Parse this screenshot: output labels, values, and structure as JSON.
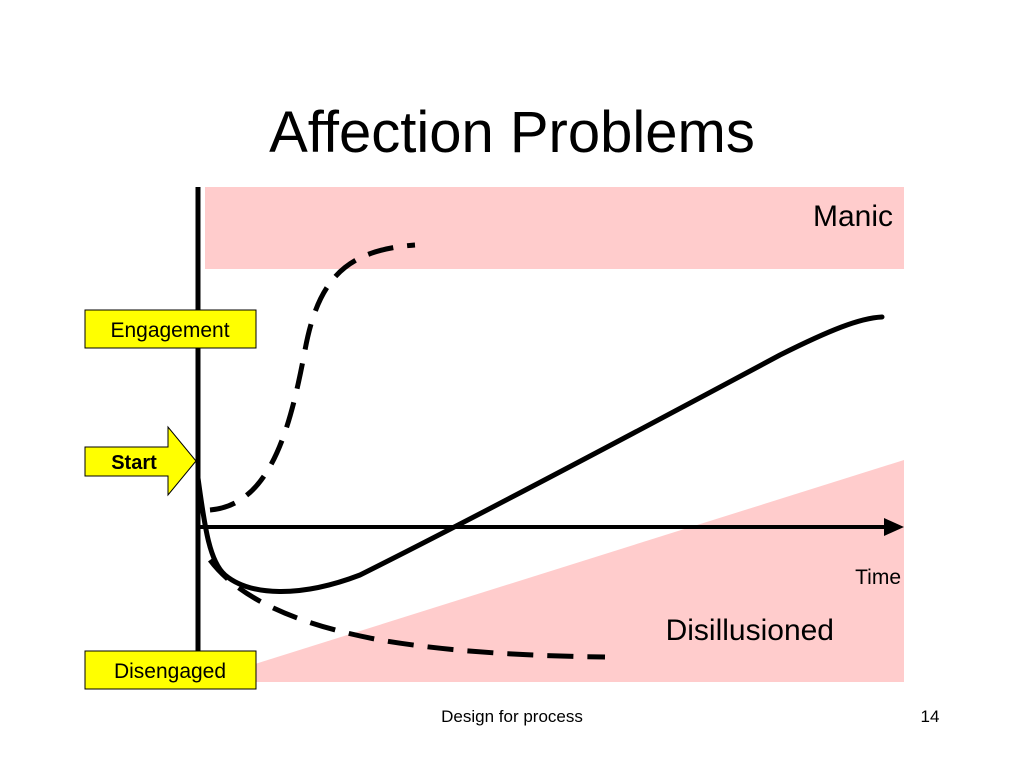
{
  "slide": {
    "title": "Affection Problems",
    "footer_text": "Design for process",
    "page_number": "14"
  },
  "diagram": {
    "zones": {
      "top_label": "Manic",
      "bottom_label": "Disillusioned"
    },
    "axis": {
      "x_label": "Time"
    },
    "side_labels": {
      "engagement": "Engagement",
      "start": "Start",
      "disengaged": "Disengaged"
    },
    "colors": {
      "zone_fill": "#ffcccc",
      "label_fill": "#ffff00",
      "line": "#000000"
    }
  }
}
